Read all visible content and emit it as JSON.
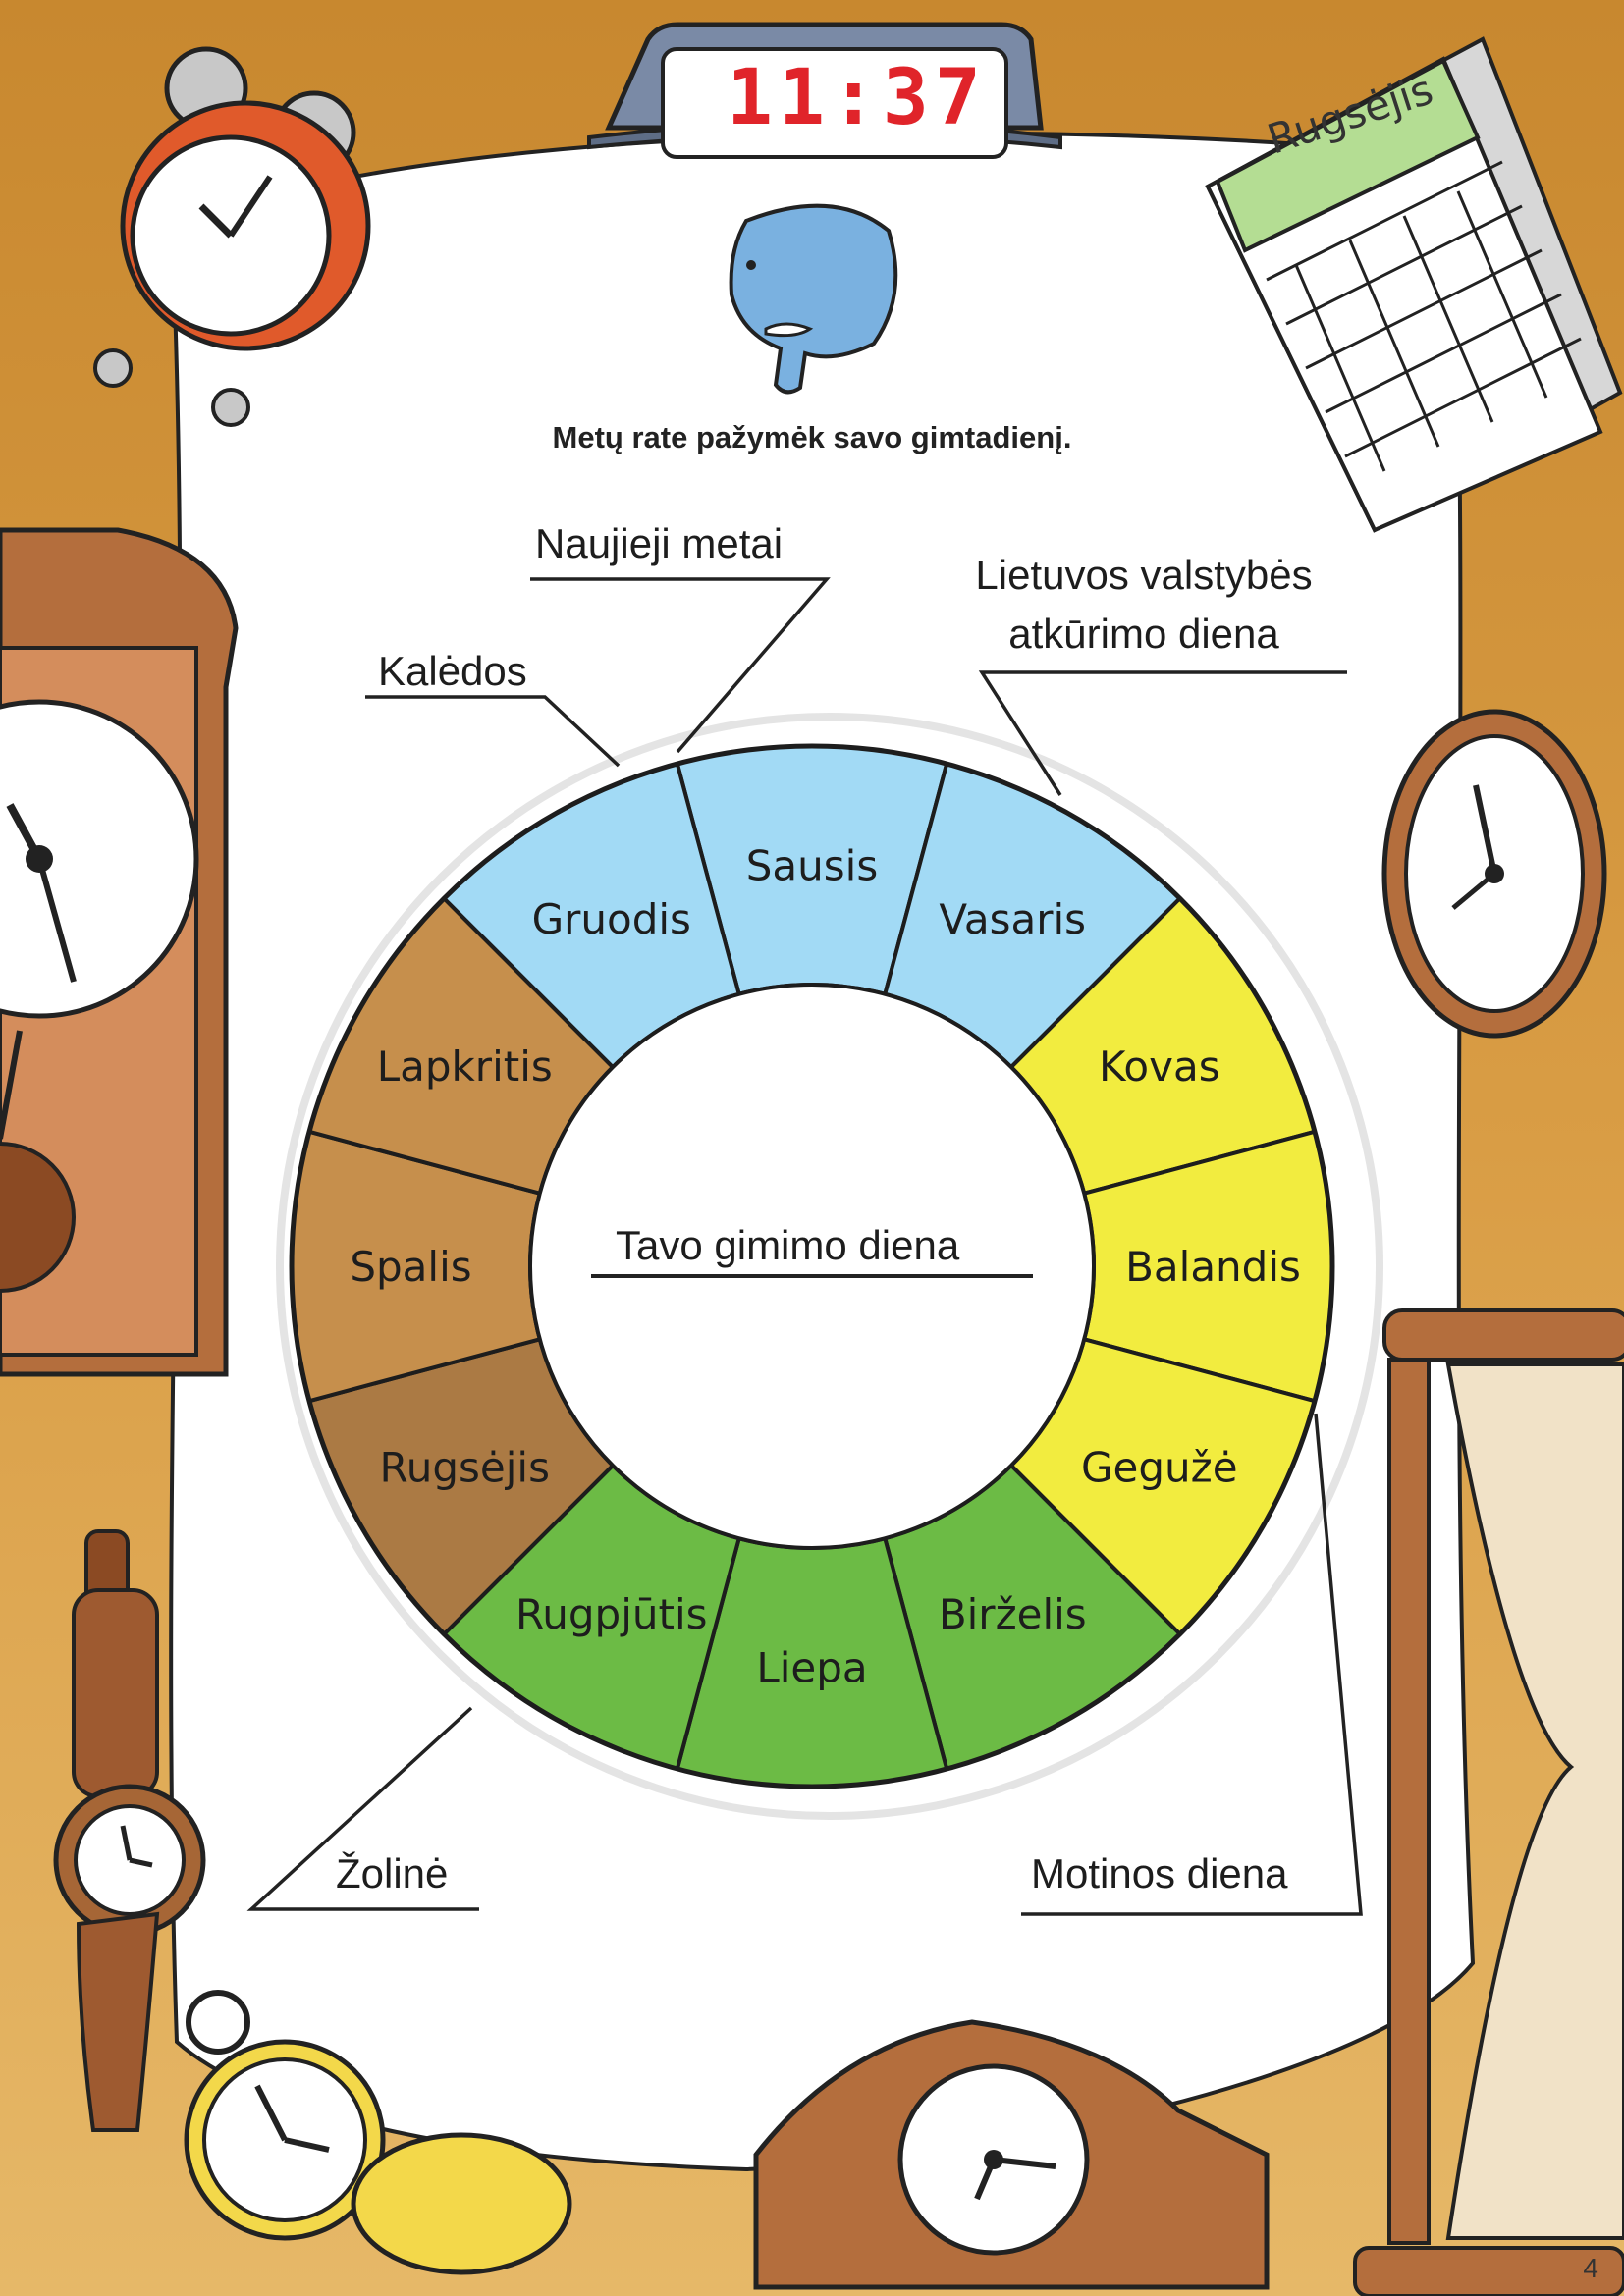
{
  "instruction": "Metų rate pažymėk savo gimtadienį.",
  "digital_clock": "11:37",
  "calendar_month": "Rugsėjis",
  "center_label": "Tavo gimimo diena",
  "page_number": "4",
  "colors": {
    "winter": "#a2daf5",
    "spring": "#f2ec3f",
    "summer": "#6cbb45",
    "autumn_dark": "#ab7a44",
    "autumn_light": "#c68f4c",
    "background": "#d9a24a"
  },
  "months": [
    {
      "name": "Sausis",
      "season": "winter"
    },
    {
      "name": "Vasaris",
      "season": "winter"
    },
    {
      "name": "Kovas",
      "season": "spring"
    },
    {
      "name": "Balandis",
      "season": "spring"
    },
    {
      "name": "Gegužė",
      "season": "spring"
    },
    {
      "name": "Birželis",
      "season": "summer"
    },
    {
      "name": "Liepa",
      "season": "summer"
    },
    {
      "name": "Rugpjūtis",
      "season": "summer"
    },
    {
      "name": "Rugsėjis",
      "season": "autumn_dark"
    },
    {
      "name": "Spalis",
      "season": "autumn_light"
    },
    {
      "name": "Lapkritis",
      "season": "autumn_light"
    },
    {
      "name": "Gruodis",
      "season": "winter"
    }
  ],
  "holidays": {
    "naujieji": "Naujieji metai",
    "kaledos": "Kalėdos",
    "atkurimo_line1": "Lietuvos valstybės",
    "atkurimo_line2": "atkūrimo diena",
    "motinos": "Motinos diena",
    "zoline": "Žolinė"
  }
}
